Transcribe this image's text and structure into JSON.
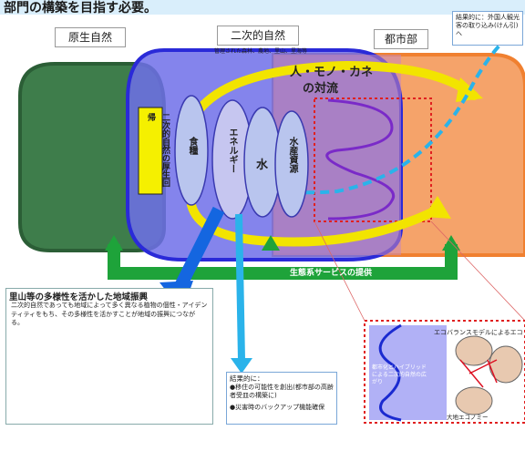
{
  "header": {
    "title": "部⾨の構築を目指す必要。"
  },
  "zones": {
    "primary": "原生自然",
    "secondary": "二次的自然",
    "secondary_sub": "管理された森林、農地、里山、里海等",
    "urban": "都市部"
  },
  "flow": {
    "line1": "人・モノ・カネ",
    "line2": "の対流"
  },
  "foundation": "二次的自然の厚生回帰",
  "ellipses": [
    "食糧",
    "エネルギー",
    "水",
    "水産資源"
  ],
  "ecosystem_services": "生態系サービスの提供",
  "note_top_right": "結果的に：外国人観光客の取り込み(けん引)へ",
  "regional_box": {
    "title": "里山等の多様性を活かした地域振興",
    "body": "二次的自然であっても地域によって多く異なる植物の個性・アイデンティティをもち、その多様性を活かすことが地域の振興につながる。"
  },
  "note_bottom_center": {
    "lead": "結果的に：",
    "item1": "●移住の可能性を創出(都市部の高齢者受皿の構築に)",
    "item2": "●災害時のバックアップ機能確保"
  },
  "detail": {
    "title": "エコバランスモデルによるエコ",
    "side": "都市化とハイブリッドによる二次的自然の広がり",
    "bottom": "大地エコノミー"
  },
  "colors": {
    "primary_fill": "#3e7d4b",
    "secondary_fill": "#6f6fe9",
    "urban_fill": "#f5a36a",
    "flow": "#f2e400",
    "green_arrow": "#1ea33a",
    "blue_arrow": "#1466e0",
    "cyan_arrow": "#2ab3ea"
  }
}
